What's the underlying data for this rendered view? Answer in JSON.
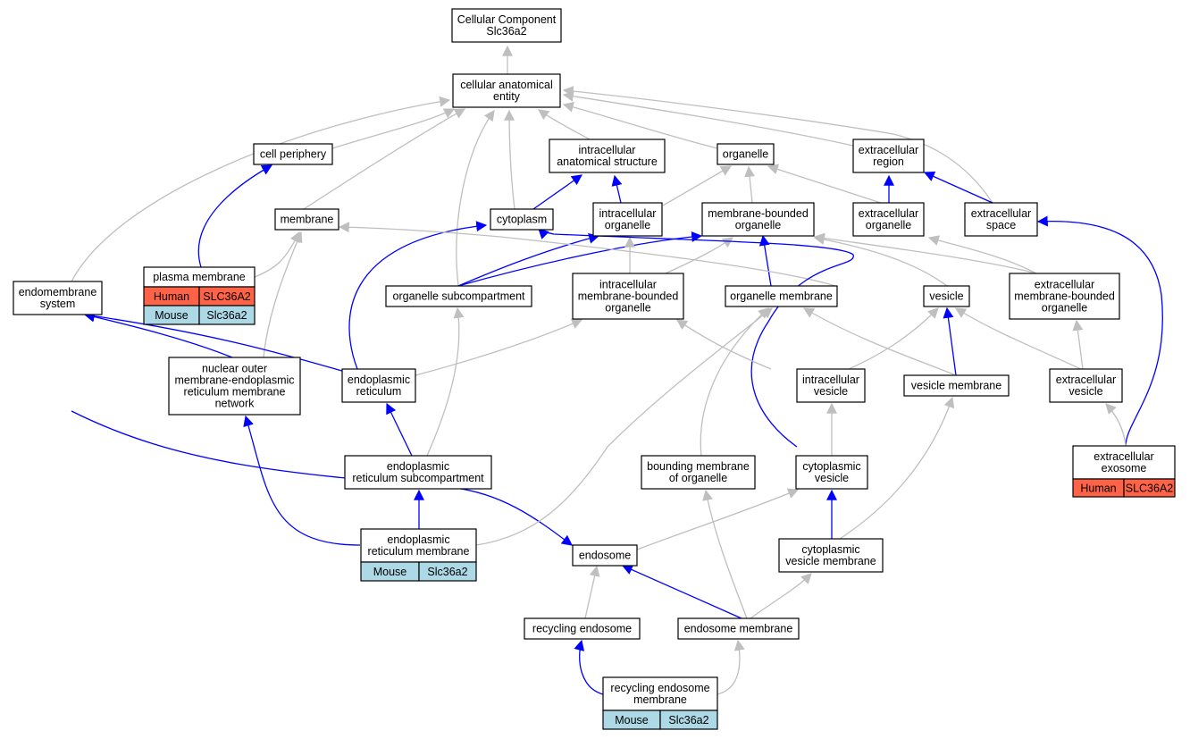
{
  "colors": {
    "human": "#ff6347",
    "mouse": "#add8e6",
    "is_a_edge": "#bfbfbf",
    "part_of_edge": "#0000ff",
    "node_border": "#000000"
  },
  "nodes": {
    "root": {
      "lines": [
        "Cellular Component",
        "Slc36a2"
      ]
    },
    "cae": {
      "lines": [
        "cellular anatomical",
        "entity"
      ]
    },
    "cellper": {
      "lines": [
        "cell periphery"
      ]
    },
    "ias": {
      "lines": [
        "intracellular",
        "anatomical structure"
      ]
    },
    "organelle": {
      "lines": [
        "organelle"
      ]
    },
    "extreg": {
      "lines": [
        "extracellular",
        "region"
      ]
    },
    "membrane": {
      "lines": [
        "membrane"
      ]
    },
    "cytoplasm": {
      "lines": [
        "cytoplasm"
      ]
    },
    "intorg": {
      "lines": [
        "intracellular",
        "organelle"
      ]
    },
    "mbo": {
      "lines": [
        "membrane-bounded",
        "organelle"
      ]
    },
    "extorg": {
      "lines": [
        "extracellular",
        "organelle"
      ]
    },
    "extspace": {
      "lines": [
        "extracellular",
        "space"
      ]
    },
    "pm": {
      "lines": [
        "plasma membrane"
      ],
      "table": [
        [
          "Human",
          "SLC36A2"
        ],
        [
          "Mouse",
          "Slc36a2"
        ]
      ]
    },
    "endomem": {
      "lines": [
        "endomembrane",
        "system"
      ]
    },
    "osub": {
      "lines": [
        "organelle subcompartment"
      ]
    },
    "imbo": {
      "lines": [
        "intracellular",
        "membrane-bounded",
        "organelle"
      ]
    },
    "orgmem": {
      "lines": [
        "organelle membrane"
      ]
    },
    "vesicle": {
      "lines": [
        "vesicle"
      ]
    },
    "embo": {
      "lines": [
        "extracellular",
        "membrane-bounded",
        "organelle"
      ]
    },
    "nomer": {
      "lines": [
        "nuclear outer",
        "membrane-endoplasmic",
        "reticulum membrane",
        "network"
      ]
    },
    "er": {
      "lines": [
        "endoplasmic",
        "reticulum"
      ]
    },
    "intves": {
      "lines": [
        "intracellular",
        "vesicle"
      ]
    },
    "vesmem": {
      "lines": [
        "vesicle membrane"
      ]
    },
    "extves": {
      "lines": [
        "extracellular",
        "vesicle"
      ]
    },
    "exo": {
      "lines": [
        "extracellular",
        "exosome"
      ],
      "table": [
        [
          "Human",
          "SLC36A2"
        ]
      ]
    },
    "ersub": {
      "lines": [
        "endoplasmic",
        "reticulum subcompartment"
      ]
    },
    "bmo": {
      "lines": [
        "bounding membrane",
        "of organelle"
      ]
    },
    "cytves": {
      "lines": [
        "cytoplasmic",
        "vesicle"
      ]
    },
    "erm": {
      "lines": [
        "endoplasmic",
        "reticulum membrane"
      ],
      "table": [
        [
          "Mouse",
          "Slc36a2"
        ]
      ]
    },
    "endosome": {
      "lines": [
        "endosome"
      ]
    },
    "cvm": {
      "lines": [
        "cytoplasmic",
        "vesicle membrane"
      ]
    },
    "recend": {
      "lines": [
        "recycling endosome"
      ]
    },
    "endmem": {
      "lines": [
        "endosome membrane"
      ]
    },
    "rem": {
      "lines": [
        "recycling endosome",
        "membrane"
      ],
      "table": [
        [
          "Mouse",
          "Slc36a2"
        ]
      ]
    }
  }
}
